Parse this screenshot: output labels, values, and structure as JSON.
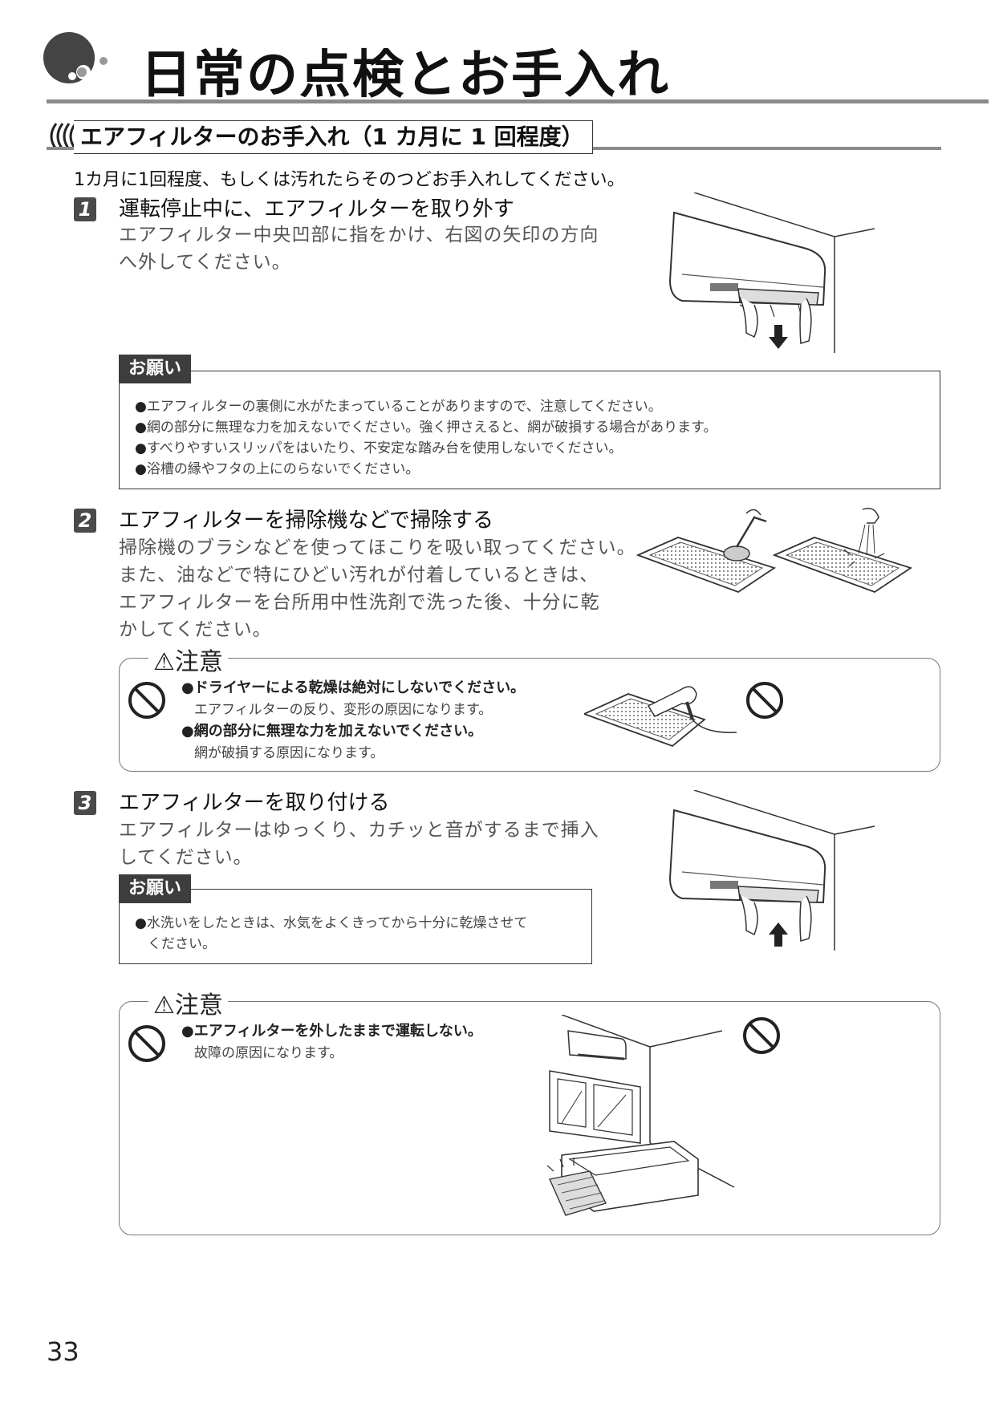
{
  "header": {
    "title": "日常の点検とお手入れ"
  },
  "section": {
    "heading": "エアフィルターのお手入れ（1 カ月に 1 回程度）",
    "intro": "1カ月に1回程度、もしくは汚れたらそのつどお手入れしてください。"
  },
  "step1": {
    "num": "1",
    "title": "運転停止中に、エアフィルターを取り外す",
    "body": [
      "エアフィルター中央凹部に指をかけ、右図の矢印の方向",
      "へ外してください。"
    ]
  },
  "onegai1": {
    "tag": "お願い",
    "items": [
      "エアフィルターの裏側に水がたまっていることがありますので、注意してください。",
      "網の部分に無理な力を加えないでください。強く押さえると、網が破損する場合があります。",
      "すべりやすいスリッパをはいたり、不安定な踏み台を使用しないでください。",
      "浴槽の縁やフタの上にのらないでください。"
    ]
  },
  "step2": {
    "num": "2",
    "title": "エアフィルターを掃除機などで掃除する",
    "body": [
      "掃除機のブラシなどを使ってほこりを吸い取ってください。",
      "また、油などで特にひどい汚れが付着しているときは、",
      "エアフィルターを台所用中性洗剤で洗った後、十分に乾",
      "かしてください。"
    ]
  },
  "caution1": {
    "heading": "注意",
    "item1_bold": "ドライヤーによる乾燥は絶対にしないでください。",
    "item1_text": "エアフィルターの反り、変形の原因になります。",
    "item2_bold": "網の部分に無理な力を加えないでください。",
    "item2_text": "網が破損する原因になります。"
  },
  "step3": {
    "num": "3",
    "title": "エアフィルターを取り付ける",
    "body": [
      "エアフィルターはゆっくり、カチッと音がするまで挿入",
      "してください。"
    ]
  },
  "onegai2": {
    "tag": "お願い",
    "items": [
      "水洗いをしたときは、水気をよくきってから十分に乾燥させて",
      "ください。"
    ]
  },
  "caution2": {
    "heading": "注意",
    "item1_bold": "エアフィルターを外したままで運転しない。",
    "item1_text": "故障の原因になります。"
  },
  "footer": {
    "page": "33"
  }
}
